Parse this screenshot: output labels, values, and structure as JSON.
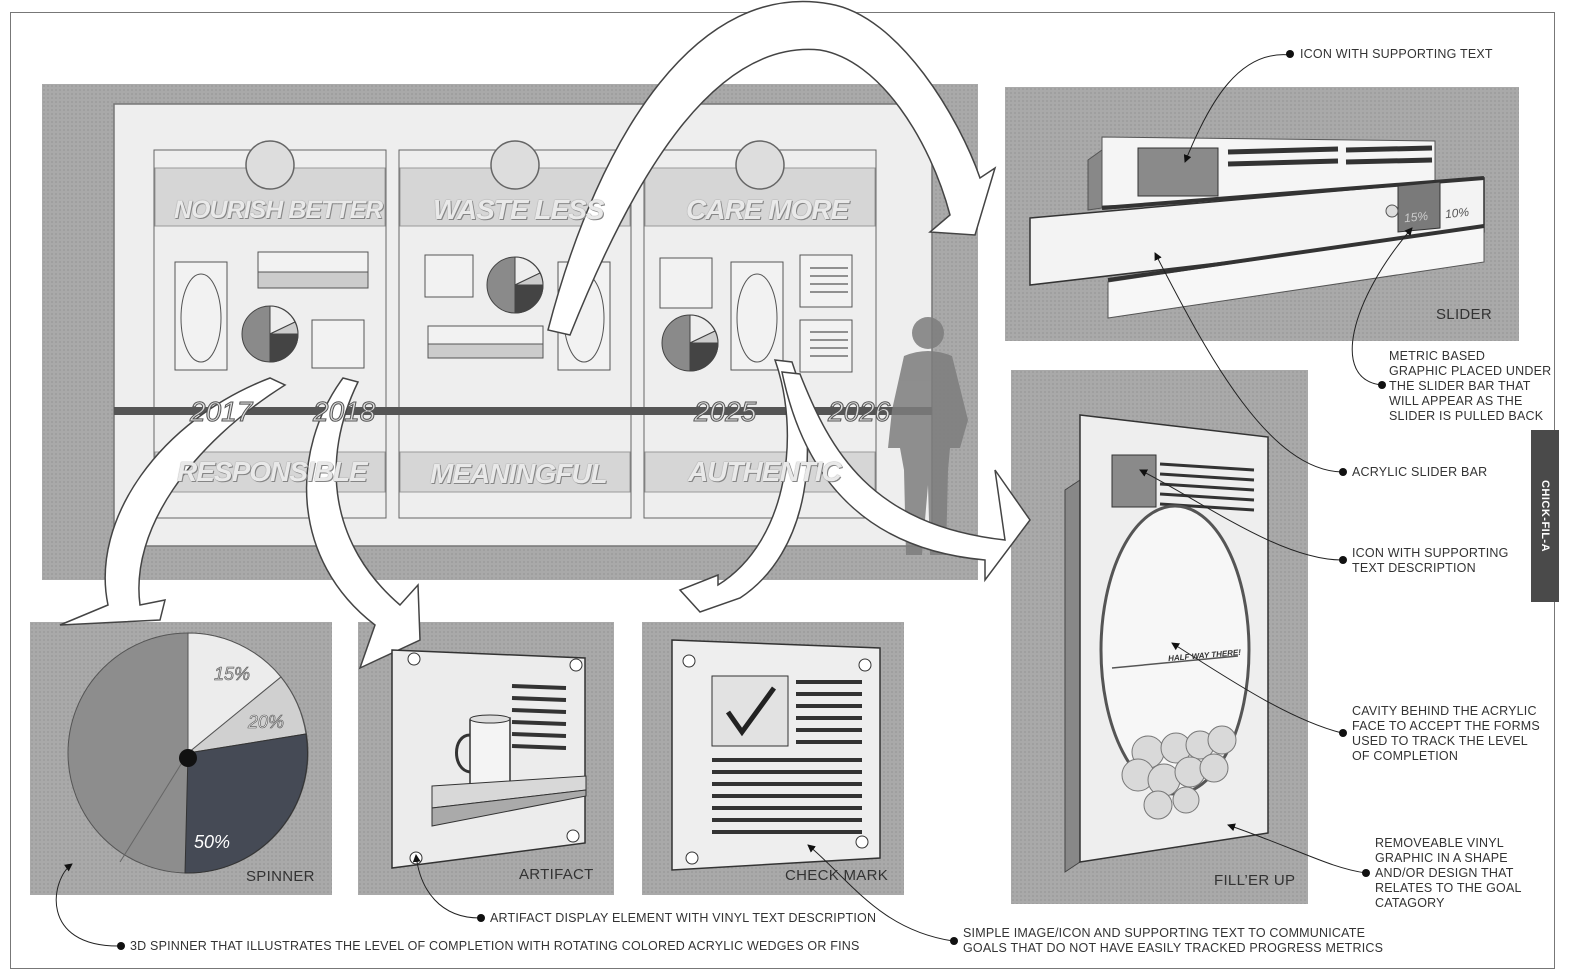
{
  "sidebar_tab": "CHICK-FIL-A",
  "wall": {
    "headings": [
      "NOURISH BETTER",
      "WASTE LESS",
      "CARE MORE"
    ],
    "years": [
      "2017",
      "2018",
      "2025",
      "2026"
    ],
    "values": [
      "RESPONSIBLE",
      "MEANINGFUL",
      "AUTHENTIC"
    ]
  },
  "panels": {
    "slider": "SLIDER",
    "spinner": "SPINNER",
    "artifact": "ARTIFACT",
    "check_mark": "CHECK MARK",
    "fill_up": "FILL’ER UP"
  },
  "slider_detail": {
    "pct_a": "15%",
    "pct_b": "10%"
  },
  "spinner_detail": {
    "pct_15": "15%",
    "pct_20": "20%",
    "pct_50": "50%"
  },
  "fill_detail": {
    "halfway": "HALF WAY THERE!"
  },
  "notes": {
    "icon_text": "ICON WITH SUPPORTING TEXT",
    "metric": [
      "METRIC BASED",
      "GRAPHIC PLACED UNDER",
      "THE SLIDER BAR THAT",
      "WILL APPEAR AS THE",
      "SLIDER IS PULLED BACK"
    ],
    "acrylic_bar": "ACRYLIC SLIDER BAR",
    "icon_desc": [
      "ICON WITH SUPPORTING",
      "TEXT DESCRIPTION"
    ],
    "cavity": [
      "CAVITY BEHIND THE ACRYLIC",
      "FACE TO ACCEPT THE FORMS",
      "USED TO TRACK THE LEVEL",
      "OF COMPLETION"
    ],
    "vinyl": [
      "REMOVEABLE VINYL",
      "GRAPHIC IN A SHAPE",
      "AND/OR DESIGN THAT",
      "RELATES TO THE GOAL",
      "CATAGORY"
    ],
    "artifact_desc": "ARTIFACT DISPLAY ELEMENT WITH VINYL TEXT DESCRIPTION",
    "spinner_desc": "3D SPINNER THAT ILLUSTRATES THE LEVEL OF COMPLETION WITH ROTATING COLORED ACRYLIC WEDGES OR FINS",
    "simple": [
      "SIMPLE IMAGE/ICON AND SUPPORTING TEXT TO COMMUNICATE",
      "GOALS THAT DO NOT HAVE EASILY TRACKED PROGRESS METRICS"
    ]
  }
}
